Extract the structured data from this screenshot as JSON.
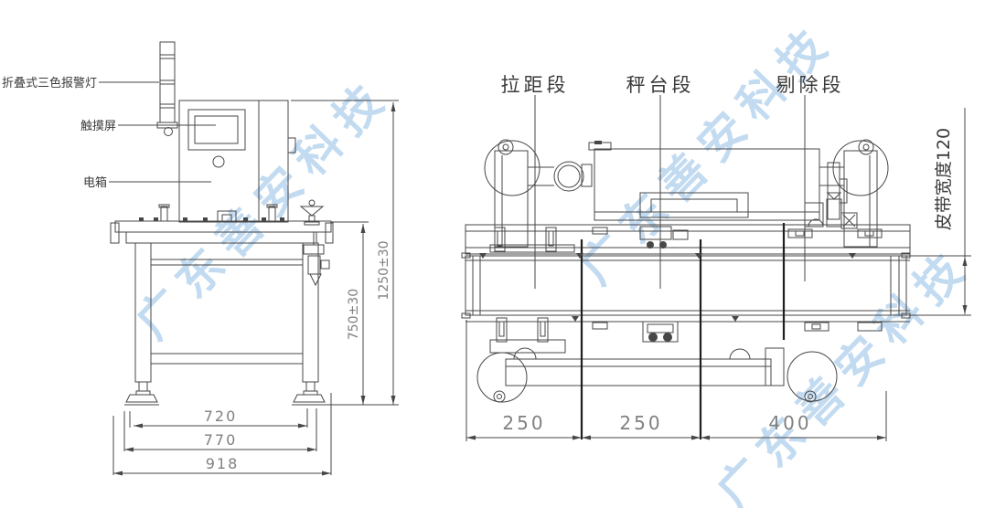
{
  "watermark": {
    "text": "广东善安科技",
    "color": "#b5d3ee"
  },
  "drawing": {
    "line_color": "#474747",
    "bold_line_color": "#1f1f1f",
    "dim_color": "#808080",
    "label_color": "#3a3a3a"
  },
  "left_view": {
    "labels": {
      "alarm_light": "折叠式三色报警灯",
      "touch_screen": "触摸屏",
      "electric_box": "电箱"
    },
    "dimensions": {
      "inner_width": "720",
      "mid_width": "770",
      "total_width": "918",
      "table_height": "750±30",
      "total_height": "1250±30"
    }
  },
  "right_view": {
    "sections": [
      {
        "label": "拉距段",
        "length": "250"
      },
      {
        "label": "秤台段",
        "length": "250"
      },
      {
        "label": "剔除段",
        "length": "400"
      }
    ],
    "belt_width": "皮带宽度120"
  }
}
